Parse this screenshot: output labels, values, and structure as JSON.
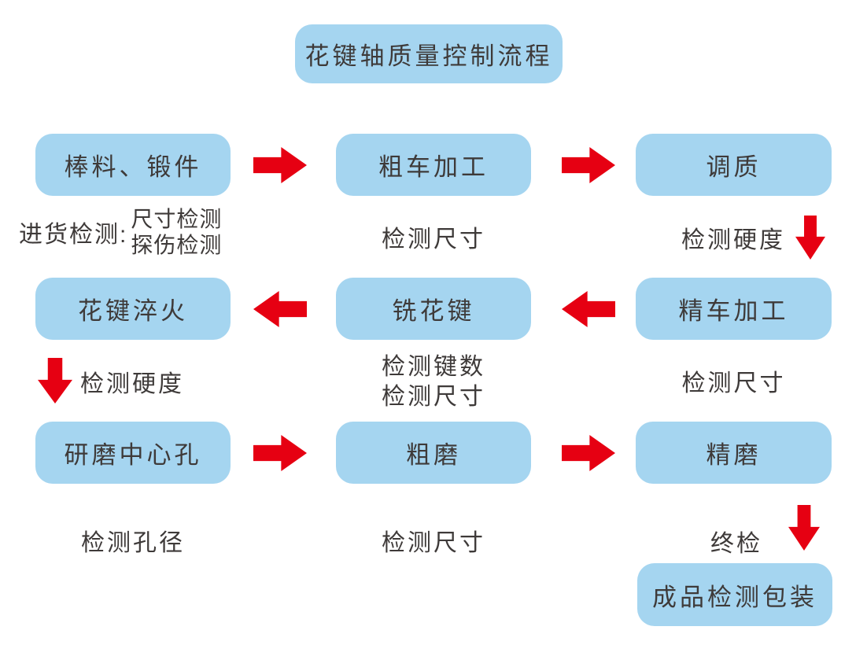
{
  "title": "花键轴质量控制流程",
  "colors": {
    "box_fill": "#a5d5f0",
    "arrow": "#e60012",
    "text": "#3e3a39",
    "background": "#ffffff"
  },
  "boxes": {
    "raw_material": "棒料、锻件",
    "rough_turning": "粗车加工",
    "quench_temper": "调质",
    "spline_quench": "花键淬火",
    "spline_milling": "铣花键",
    "finish_turning": "精车加工",
    "center_hole_grinding": "研磨中心孔",
    "rough_grinding": "粗磨",
    "finish_grinding": "精磨",
    "final_packing": "成品检测包装"
  },
  "labels": {
    "incoming_prefix": "进货检测:",
    "incoming_item1": "尺寸检测",
    "incoming_item2": "探伤检测",
    "row1_mid": "检测尺寸",
    "row1_right": "检测硬度",
    "row2_left": "检测硬度",
    "row2_mid_line1": "检测键数",
    "row2_mid_line2": "检测尺寸",
    "row2_right": "检测尺寸",
    "row3_left": "检测孔径",
    "row3_mid": "检测尺寸",
    "row3_right": "终检"
  }
}
